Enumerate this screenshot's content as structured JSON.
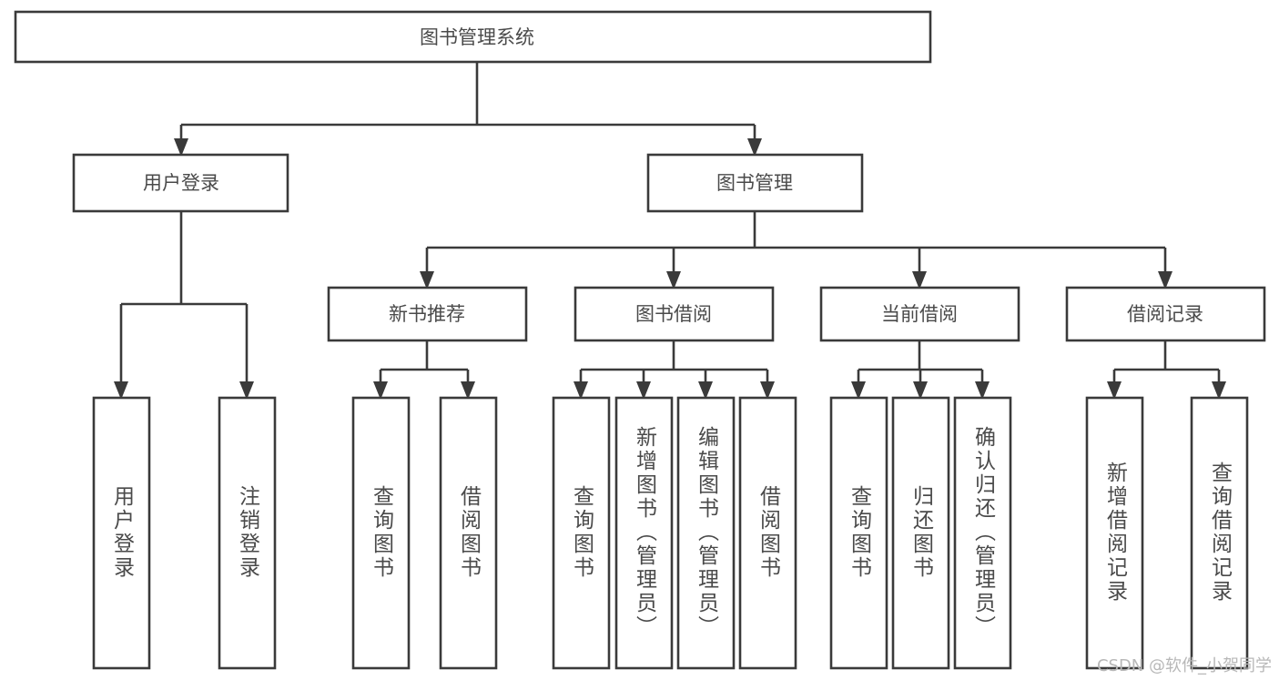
{
  "diagram": {
    "kind": "function-structure-tree",
    "root": {
      "id": "root",
      "label": "图书管理系统"
    },
    "level2": [
      {
        "id": "user-login",
        "label": "用户登录"
      },
      {
        "id": "book-manage",
        "label": "图书管理"
      }
    ],
    "level3": [
      {
        "id": "new-book-recommend",
        "label": "新书推荐",
        "parent": "book-manage"
      },
      {
        "id": "book-borrow",
        "label": "图书借阅",
        "parent": "book-manage"
      },
      {
        "id": "current-borrow",
        "label": "当前借阅",
        "parent": "book-manage"
      },
      {
        "id": "borrow-record",
        "label": "借阅记录",
        "parent": "book-manage"
      }
    ],
    "leaves": {
      "user_login": [
        {
          "id": "leaf-user-login",
          "label": "用户登录"
        },
        {
          "id": "leaf-user-logout",
          "label": "注销登录"
        }
      ],
      "new_book_recommend": [
        {
          "id": "leaf-query-book-1",
          "label": "查询图书"
        },
        {
          "id": "leaf-borrow-book-1",
          "label": "借阅图书"
        }
      ],
      "book_borrow": [
        {
          "id": "leaf-query-book-2",
          "label": "查询图书"
        },
        {
          "id": "leaf-add-book",
          "label": "新增图书（管理员）"
        },
        {
          "id": "leaf-edit-book",
          "label": "编辑图书（管理员）"
        },
        {
          "id": "leaf-borrow-book-2",
          "label": "借阅图书"
        }
      ],
      "current_borrow": [
        {
          "id": "leaf-query-book-3",
          "label": "查询图书"
        },
        {
          "id": "leaf-return-book",
          "label": "归还图书"
        },
        {
          "id": "leaf-confirm-return",
          "label": "确认归还（管理员）"
        }
      ],
      "borrow_record": [
        {
          "id": "leaf-add-record",
          "label": "新增借阅记录"
        },
        {
          "id": "leaf-query-record",
          "label": "查询借阅记录"
        }
      ]
    },
    "colors": {
      "box_stroke": "#3a3a3a",
      "box_fill": "#ffffff",
      "label_text": "#4a4a4a",
      "connector": "#3a3a3a",
      "watermark": "#b8b8b8",
      "background": "#ffffff"
    }
  },
  "watermark": {
    "text": "CSDN @软件_小贺同学"
  }
}
